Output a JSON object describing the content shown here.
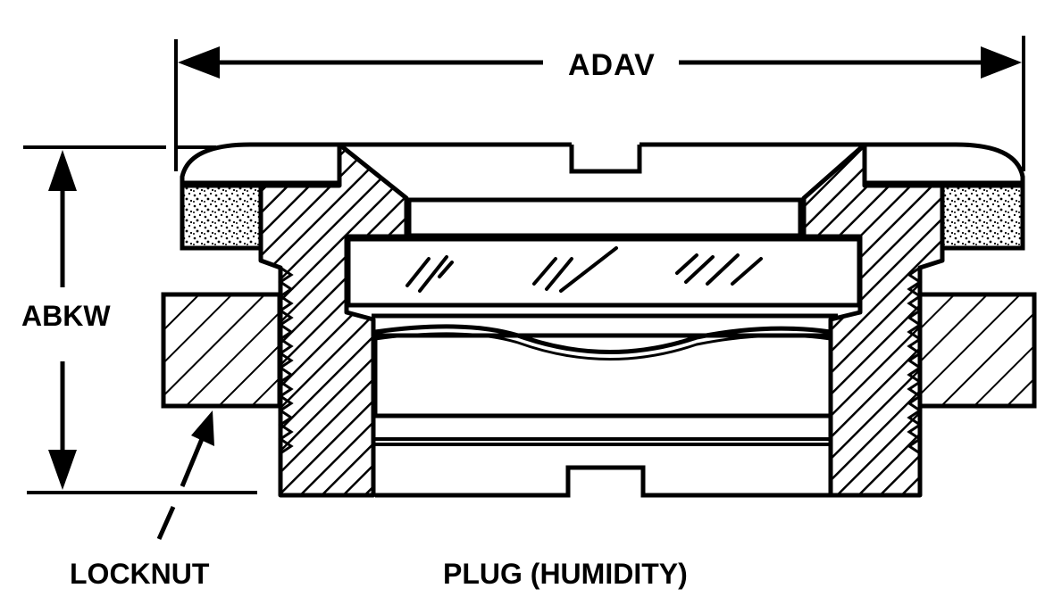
{
  "labels": {
    "width_dimension": "ADAV",
    "height_dimension": "ABKW",
    "locknut": "LOCKNUT",
    "part_name": "PLUG (HUMIDITY)"
  },
  "colors": {
    "ink": "#000000",
    "paper": "#ffffff"
  }
}
